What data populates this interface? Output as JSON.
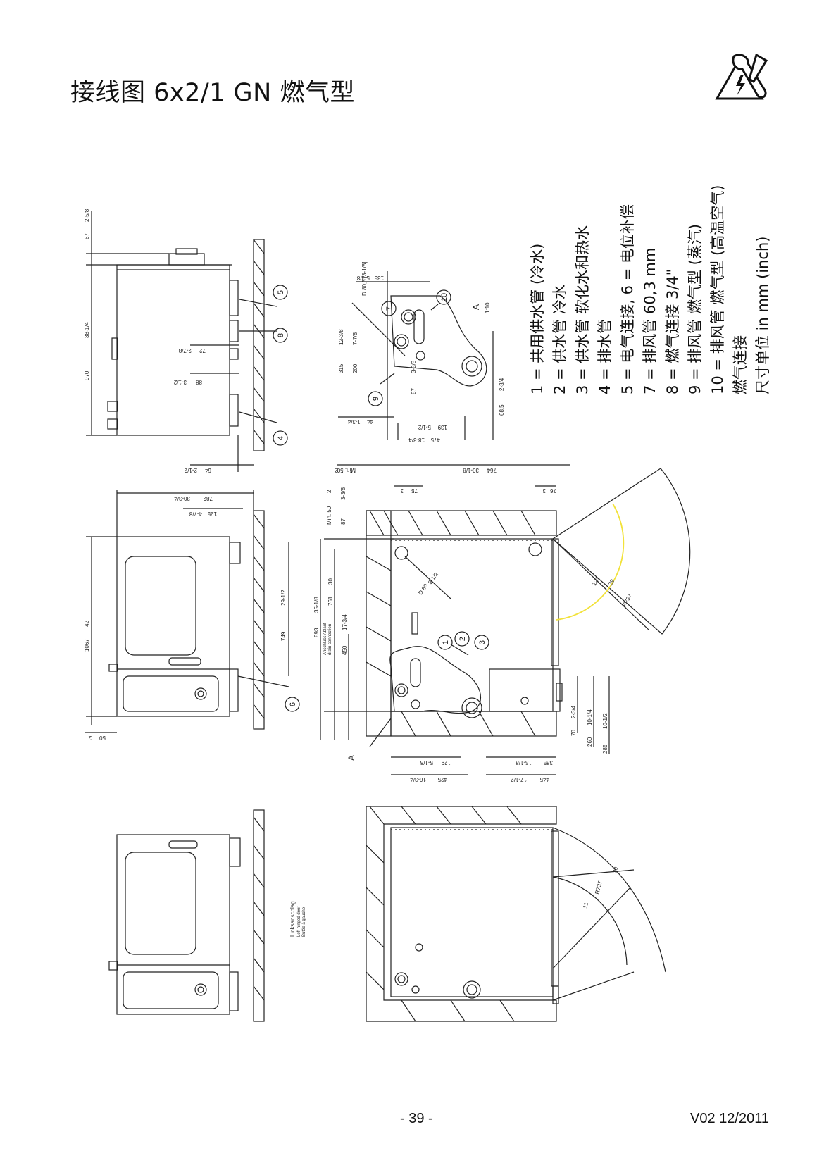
{
  "header": {
    "title": "接线图 6x2/1 GN 燃气型"
  },
  "icon": {
    "name": "tools-electrical-warning-icon"
  },
  "legend": {
    "items": [
      "1 = 共用供水管 (冷水)",
      "2 = 供水管 冷水",
      "3 = 供水管 软化水和热水",
      "4 = 排水管",
      "5 = 电气连接, 6 = 电位补偿",
      "7 = 排风管 60,3 mm",
      "8 = 燃气连接 3/4\"",
      "9 = 排风管 燃气型 (蒸汽)",
      "10 = 排风管 燃气型 (高温空气)",
      "燃气连接",
      "尺寸单位 in mm (inch)"
    ]
  },
  "callouts": [
    "1",
    "2",
    "3",
    "4",
    "5",
    "6",
    "7",
    "8",
    "9",
    "10"
  ],
  "dimensions": {
    "top_side": [
      "970",
      "38-1/4",
      "67",
      "2-5/8",
      "88",
      "3-1/2",
      "72",
      "2-7/8",
      "64",
      "2-1/2",
      "44",
      "1-3/4"
    ],
    "detail": [
      "315",
      "12-3/8",
      "200",
      "7-7/8",
      "135",
      "5-3/8",
      "87",
      "3-3/8",
      "139",
      "5-1/2",
      "475",
      "18-3/4",
      "68,5",
      "2-3/4",
      "A",
      "1:10",
      "D 80,3 [3-1/8]"
    ],
    "front": [
      "1067",
      "42",
      "749",
      "29-1/2",
      "782",
      "30-3/4",
      "125",
      "4-7/8",
      "50",
      "2"
    ],
    "plan": [
      "764",
      "30-1/8",
      "75",
      "3",
      "76",
      "3",
      "Min. 50",
      "2",
      "Min. 50",
      "2",
      "87",
      "3-3/8",
      "893",
      "35-1/8",
      "761",
      "30",
      "450",
      "17-3/4",
      "121",
      "R737",
      "29",
      "D 80",
      "3-1/2",
      "129",
      "5-1/8",
      "425",
      "16-3/4",
      "385",
      "15-1/8",
      "445",
      "17-1/2",
      "70",
      "2-3/4",
      "260",
      "10-1/4",
      "285",
      "10-1/2"
    ],
    "plan_note": [
      "Anschluss Ablauf",
      "drain connection"
    ],
    "plan_label": "A",
    "lower": [
      "R737",
      "29",
      "11"
    ],
    "lower_note": [
      "Linksanschlag",
      "Left hinged door",
      "Butée à gauche"
    ]
  },
  "footer": {
    "page": "- 39 -",
    "version": "V02 12/2011"
  }
}
